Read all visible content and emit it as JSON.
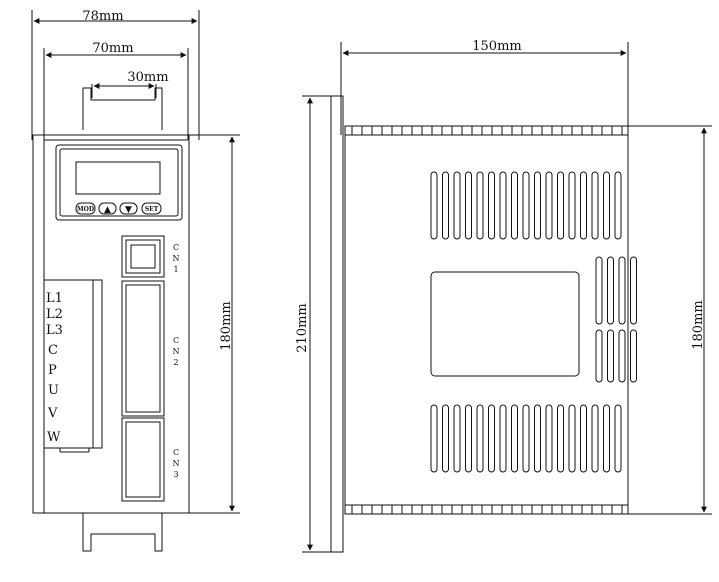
{
  "front_view": {
    "dims": {
      "overall_width": "78mm",
      "inner_width": "70mm",
      "bracket_width": "30mm",
      "height": "180mm"
    },
    "buttons": [
      {
        "id": "mode",
        "label": "MOD"
      },
      {
        "id": "up",
        "label": "▲"
      },
      {
        "id": "down",
        "label": "▼"
      },
      {
        "id": "set",
        "label": "SET"
      }
    ],
    "terminals": [
      "L1",
      "L2",
      "L3",
      "C",
      "P",
      "U",
      "V",
      "W"
    ],
    "connectors": [
      {
        "id": "cn1",
        "chars": [
          "C",
          "N",
          "1"
        ]
      },
      {
        "id": "cn2",
        "chars": [
          "C",
          "N",
          "2"
        ]
      },
      {
        "id": "cn3",
        "chars": [
          "C",
          "N",
          "3"
        ]
      }
    ]
  },
  "side_view": {
    "dims": {
      "depth": "150mm",
      "flange_height": "210mm",
      "body_height": "180mm"
    }
  }
}
